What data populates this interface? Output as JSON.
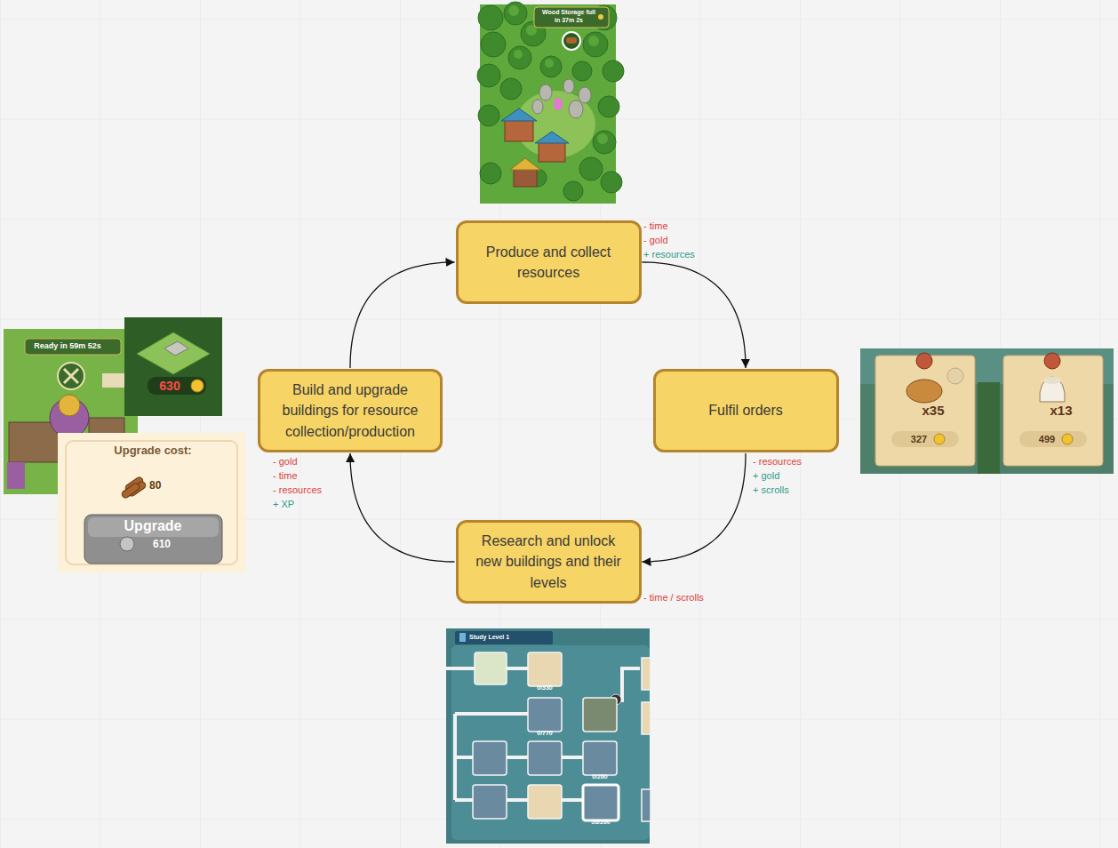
{
  "diagram": {
    "nodes": [
      {
        "text": [
          "Produce and collect resources"
        ]
      },
      {
        "text": [
          "Fulfil orders"
        ]
      },
      {
        "text": [
          "Research and unlock new buildings and their levels"
        ]
      },
      {
        "text": [
          "Build and upgrade buildings for resource collection/production"
        ]
      }
    ],
    "edges": [
      {
        "from": 0,
        "to": 1,
        "arrow": "to"
      },
      {
        "from": 1,
        "to": 2,
        "arrow": "to"
      },
      {
        "from": 2,
        "to": 3,
        "arrow": "to"
      },
      {
        "from": 3,
        "to": 0,
        "arrow": "to"
      }
    ],
    "labels": [
      "- time",
      "- gold",
      "+ resources",
      "- resources",
      "+ gold",
      "+ scrolls",
      "- time / scrolls",
      "- gold",
      "- time",
      "- resources",
      "+ XP",
      "Wood Storage full",
      "in 37m 2s",
      "Ready in 59m 52s",
      "630",
      "Upgrade cost:",
      "80",
      "Upgrade",
      "610",
      "x35",
      "327",
      "x13",
      "499",
      "Study Level 1",
      "0/330",
      "0/770",
      "0/260",
      "53/260"
    ]
  }
}
